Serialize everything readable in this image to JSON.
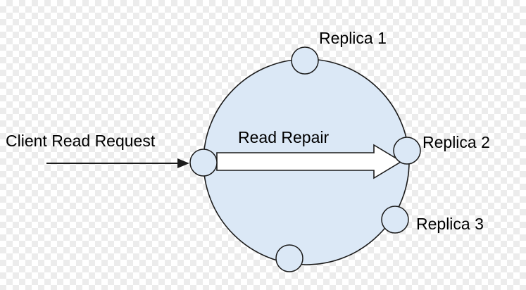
{
  "diagram": {
    "type": "ring-topology-read-repair",
    "labels": {
      "client_read_request": "Client Read Request",
      "read_repair": "Read Repair",
      "replica_1": "Replica 1",
      "replica_2": "Replica 2",
      "replica_3": "Replica 3"
    },
    "nodes": {
      "count": 5,
      "named": [
        "Replica 1",
        "Replica 2",
        "Replica 3"
      ],
      "unnamed": 2
    },
    "arrows": [
      {
        "name": "client-read-request-arrow",
        "style": "thin-filled",
        "from": "client",
        "to": "left-node"
      },
      {
        "name": "read-repair-arrow",
        "style": "hollow-block",
        "from": "left-node",
        "to": "replica-2"
      }
    ],
    "colors": {
      "node_fill": "#dbe8f6",
      "block_arrow_fill": "#ffffff",
      "stroke": "#1a1a1a",
      "checker": "#ececec",
      "text": "#000000"
    }
  }
}
